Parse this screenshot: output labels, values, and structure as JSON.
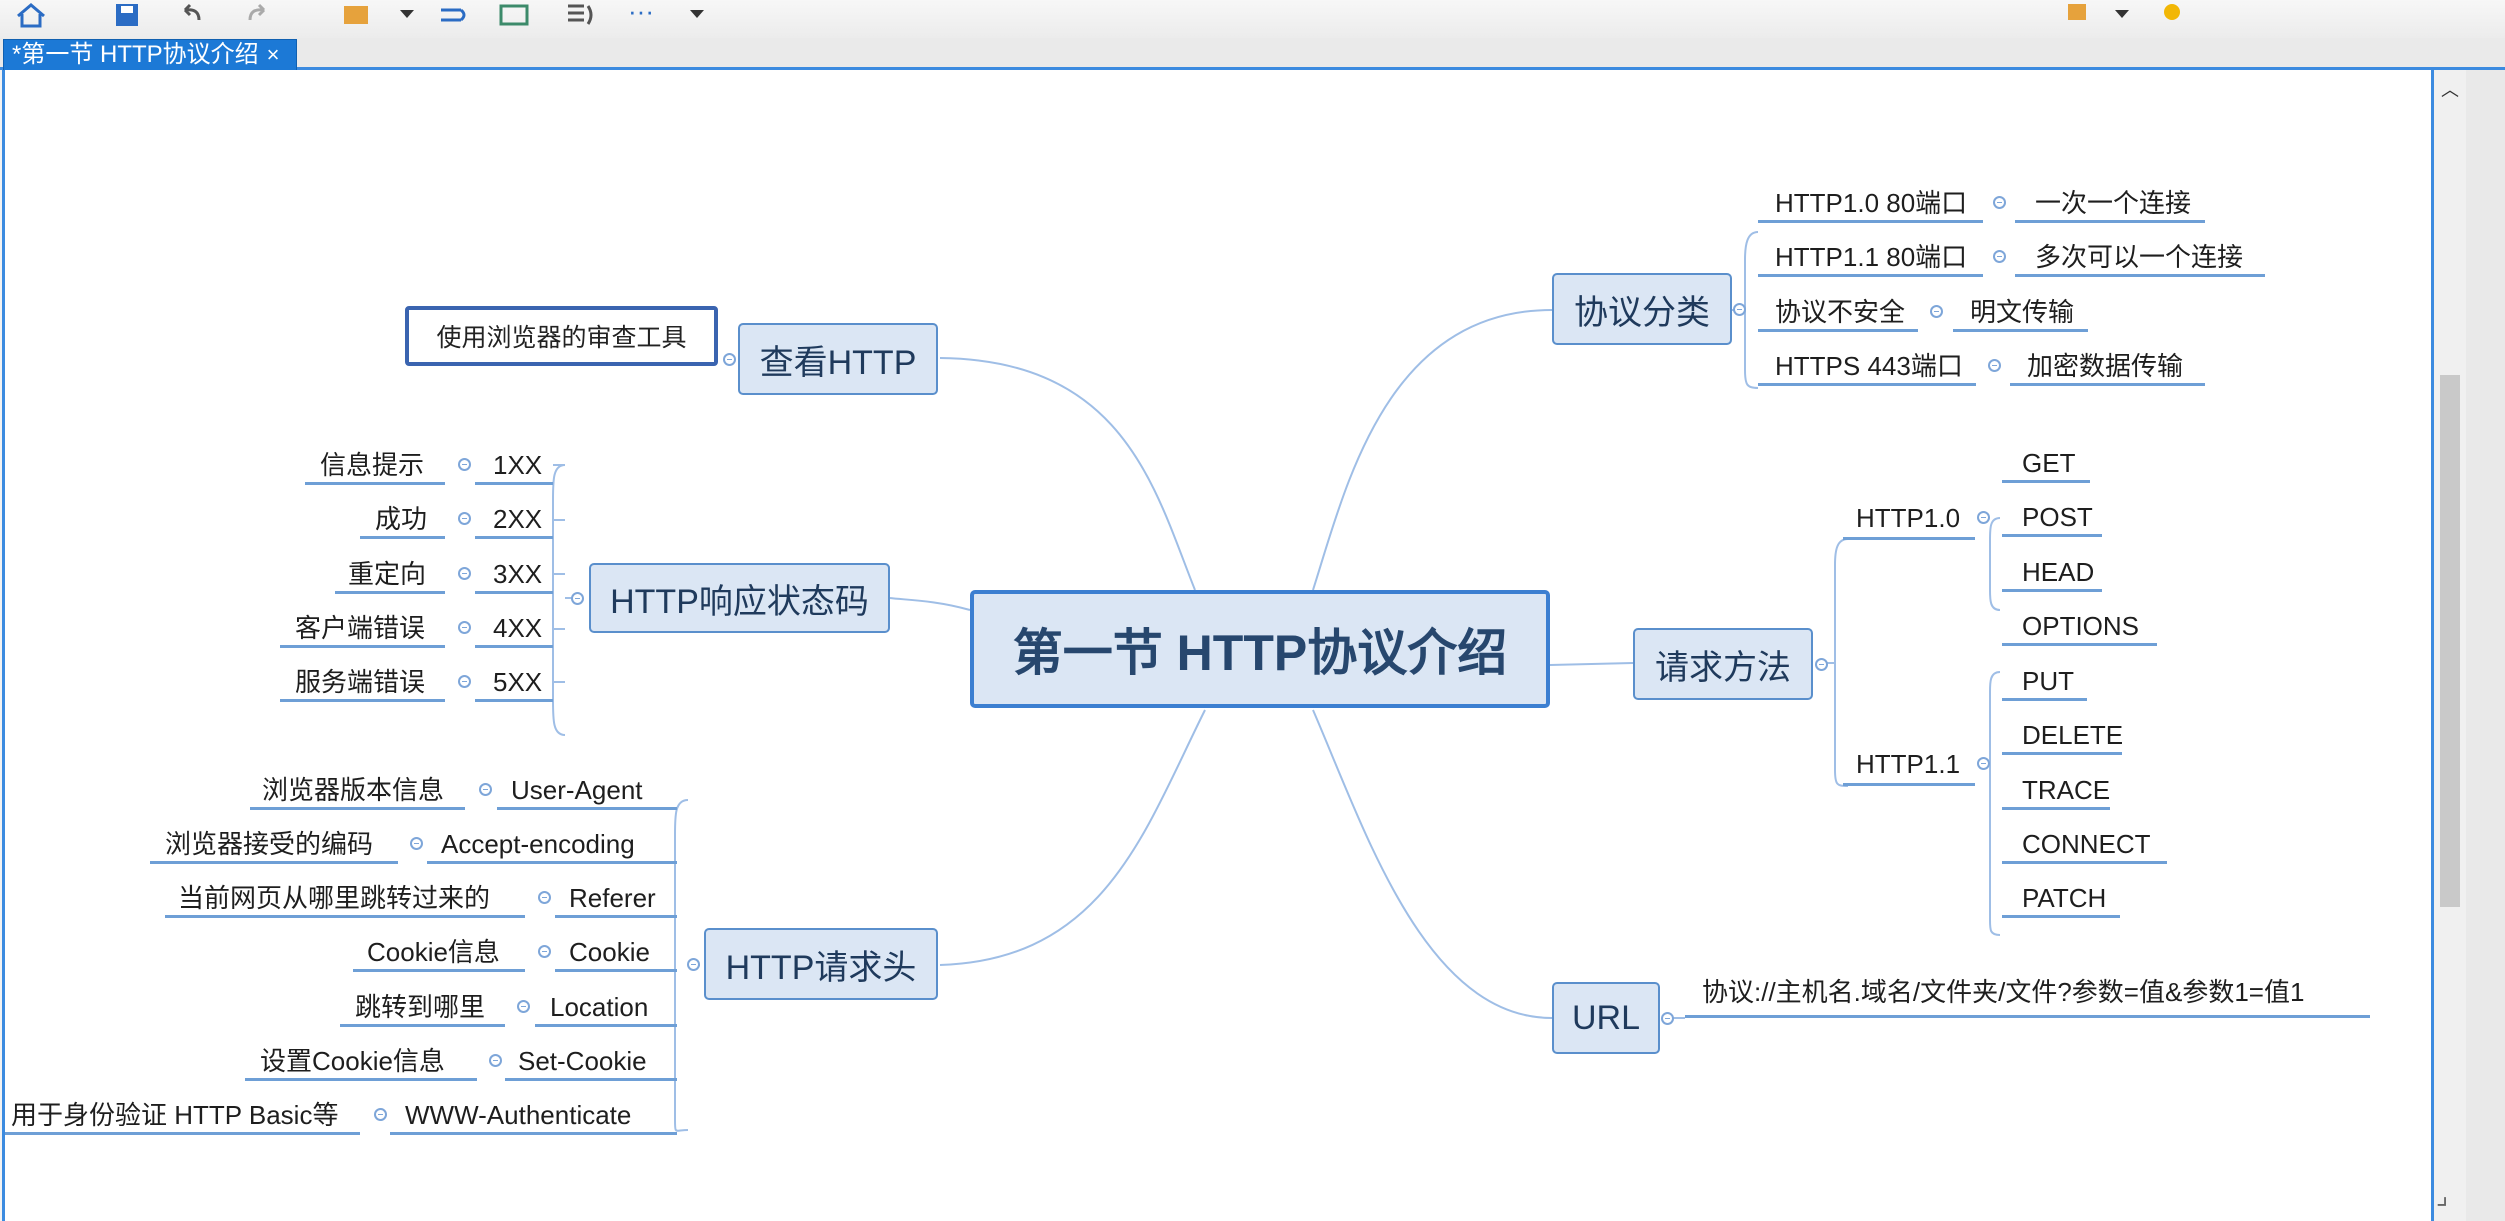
{
  "tab": {
    "title": "*第一节 HTTP协议介绍",
    "close": "×"
  },
  "toolbar": {
    "more": "···"
  },
  "colors": {
    "accent": "#3c8be0",
    "node_fill": "#dbe6f4",
    "node_border": "#5a8fcc",
    "link": "#9fbee6"
  },
  "icons": [
    "home-icon",
    "save-icon",
    "undo-icon",
    "redo-icon",
    "layout-icon",
    "dropdown-icon",
    "link-icon",
    "map-icon",
    "outline-icon",
    "more-icon",
    "present-icon",
    "idea-icon"
  ],
  "mindmap": {
    "center": "第一节 HTTP协议介绍",
    "view_http": {
      "label": "查看HTTP",
      "child": "使用浏览器的审查工具"
    },
    "status_codes": {
      "label": "HTTP响应状态码",
      "items": [
        {
          "code": "1XX",
          "desc": "信息提示"
        },
        {
          "code": "2XX",
          "desc": "成功"
        },
        {
          "code": "3XX",
          "desc": "重定向"
        },
        {
          "code": "4XX",
          "desc": "客户端错误"
        },
        {
          "code": "5XX",
          "desc": "服务端错误"
        }
      ]
    },
    "request_headers": {
      "label": "HTTP请求头",
      "items": [
        {
          "name": "User-Agent",
          "desc": "浏览器版本信息"
        },
        {
          "name": "Accept-encoding",
          "desc": "浏览器接受的编码"
        },
        {
          "name": "Referer",
          "desc": "当前网页从哪里跳转过来的"
        },
        {
          "name": "Cookie",
          "desc": "Cookie信息"
        },
        {
          "name": "Location",
          "desc": "跳转到哪里"
        },
        {
          "name": "Set-Cookie",
          "desc": "设置Cookie信息"
        },
        {
          "name": "WWW-Authenticate",
          "desc": "用于身份验证 HTTP Basic等"
        }
      ]
    },
    "protocol_types": {
      "label": "协议分类",
      "items": [
        {
          "name": "HTTP1.0 80端口",
          "desc": "一次一个连接"
        },
        {
          "name": "HTTP1.1 80端口",
          "desc": "多次可以一个连接"
        },
        {
          "name": "协议不安全",
          "desc": "明文传输"
        },
        {
          "name": "HTTPS 443端口",
          "desc": "加密数据传输"
        }
      ]
    },
    "request_methods": {
      "label": "请求方法",
      "http10": {
        "label": "HTTP1.0",
        "methods": [
          "GET",
          "POST",
          "HEAD"
        ]
      },
      "http11": {
        "label": "HTTP1.1",
        "methods": [
          "OPTIONS",
          "PUT",
          "DELETE",
          "TRACE",
          "CONNECT",
          "PATCH"
        ]
      }
    },
    "url": {
      "label": "URL",
      "child": "协议://主机名.域名/文件夹/文件?参数=值&参数1=值1"
    }
  }
}
